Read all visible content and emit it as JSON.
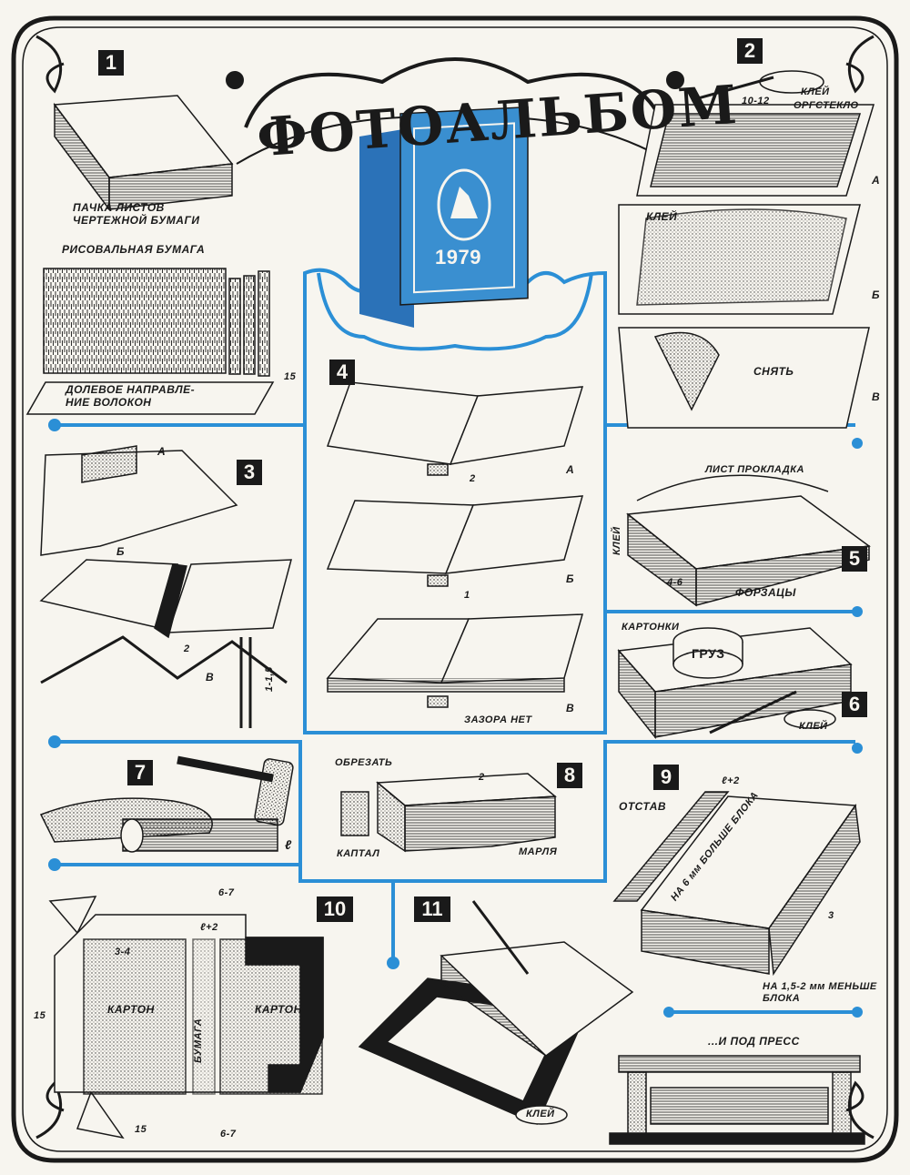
{
  "title": "ФОТОАЛЬБОМ",
  "cover_year": "1979",
  "step_numbers": [
    "1",
    "2",
    "3",
    "4",
    "5",
    "6",
    "7",
    "8",
    "9",
    "10",
    "11"
  ],
  "step1": {
    "stack_label": "ПАЧКА ЛИСТОВ\nЧЕРТЕЖНОЙ БУМАГИ",
    "paper_label": "РИСОВАЛЬНАЯ БУМАГА",
    "grain_label": "ДОЛЕВОЕ НАПРАВЛЕ-\nНИЕ ВОЛОКОН",
    "dim_15": "15"
  },
  "step2": {
    "glue": "КЛЕЙ",
    "dim": "10-12",
    "glass": "ОРГСТЕКЛО",
    "a": "А",
    "glue2": "КЛЕЙ",
    "b": "Б",
    "remove": "СНЯТЬ",
    "v": "В"
  },
  "step3": {
    "a": "А",
    "b": "Б",
    "v": "В",
    "dim_2": "2",
    "dim_145": "1-1,5"
  },
  "step4": {
    "a": "А",
    "b": "Б",
    "v": "В",
    "dim_2": "2",
    "dim_1": "1",
    "no_gap": "ЗАЗОРА НЕТ"
  },
  "step5": {
    "spacer": "ЛИСТ ПРОКЛАДКА",
    "glue": "КЛЕЙ",
    "dim": "4-6",
    "endpapers": "ФОРЗАЦЫ"
  },
  "step6": {
    "cards": "КАРТОНКИ",
    "weight": "ГРУЗ",
    "glue": "КЛЕЙ"
  },
  "step7": {
    "l": "ℓ"
  },
  "step8": {
    "trim": "ОБРЕЗАТЬ",
    "dim": "2",
    "headband": "КАПТАЛ",
    "gauze": "МАРЛЯ"
  },
  "step9": {
    "spine": "ОТСТАВ",
    "dim_top": "ℓ+2",
    "bigger": "НА 6 мм БОЛЬШЕ БЛОКА",
    "dim_3": "3",
    "smaller": "НА 1,5-2 мм МЕНЬШЕ\nБЛОКА"
  },
  "step10": {
    "dim_67_top": "6-7",
    "dim_l2": "ℓ+2",
    "dim_34": "3-4",
    "dim_15": "15",
    "card_left": "КАРТОН",
    "paper": "БУМАГА",
    "card_right": "КАРТОН",
    "dim_15_bottom": "15",
    "dim_67_bottom": "6-7"
  },
  "step11": {
    "glue": "КЛЕЙ"
  },
  "press": "...И ПОД ПРЕСС",
  "colors": {
    "ink": "#1a1a1a",
    "paper": "#f7f5ef",
    "blue": "#2b8fd6",
    "cover_blue": "#3a8fd0"
  }
}
